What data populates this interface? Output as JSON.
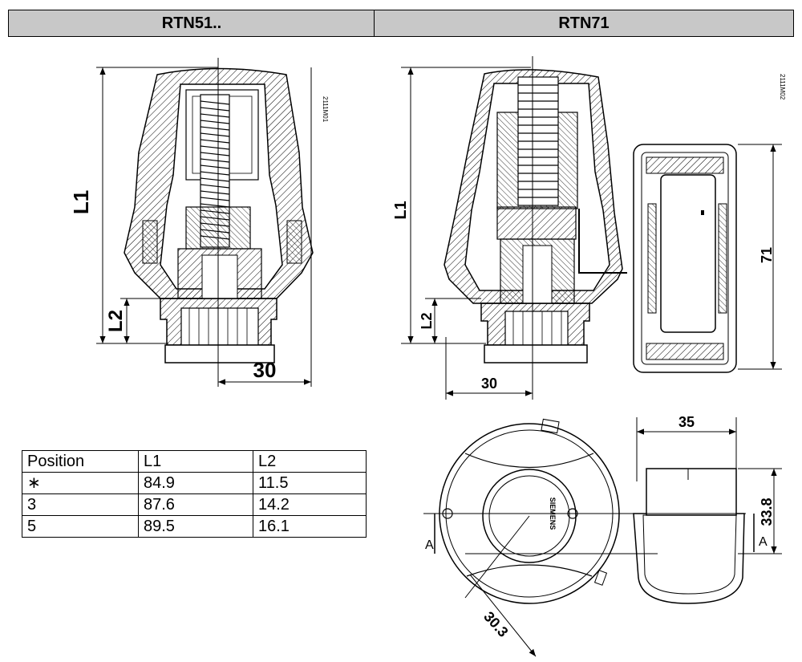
{
  "headers": {
    "left": "RTN51..",
    "right": "RTN71"
  },
  "drawing_codes": {
    "rtn51": "2111M01",
    "rtn71": "2111M02"
  },
  "dimensions": {
    "rtn51": {
      "length": "L1",
      "socket": "L2",
      "width": "30"
    },
    "rtn71": {
      "length": "L1",
      "socket": "L2",
      "width": "30",
      "body_height": "71"
    },
    "plan_view": {
      "width": "35",
      "height": "33.8",
      "radius": "30.3",
      "section_left": "A",
      "section_right": "A"
    }
  },
  "brand_mark": "SIEMENS",
  "table": {
    "columns": [
      "Position",
      "L1",
      "L2"
    ],
    "rows": [
      [
        "∗",
        "84.9",
        "11.5"
      ],
      [
        "3",
        "87.6",
        "14.2"
      ],
      [
        "5",
        "89.5",
        "16.1"
      ]
    ]
  }
}
